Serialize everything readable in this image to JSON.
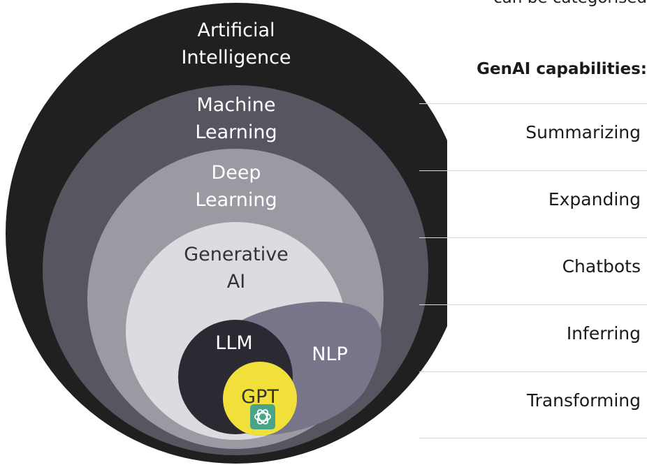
{
  "header_fragment": "can be categorised",
  "capabilities": {
    "title": "GenAI capabilities:",
    "items": [
      "Summarizing",
      "Expanding",
      "Chatbots",
      "Inferring",
      "Transforming"
    ]
  },
  "diagram": {
    "ai_line1": "Artificial",
    "ai_line2": "Intelligence",
    "ml_line1": "Machine",
    "ml_line2": "Learning",
    "dl_line1": "Deep",
    "dl_line2": "Learning",
    "genai_line1": "Generative",
    "genai_line2": "AI",
    "llm": "LLM",
    "nlp": "NLP",
    "gpt": "GPT",
    "gpt_icon": "openai-logo-icon",
    "colors": {
      "ai": "#202020",
      "ml": "#565560",
      "dl": "#9b9aa2",
      "genai": "#dcdbe0",
      "nlp": "#76758a",
      "llm": "#2b2a32",
      "gpt": "#f1df3a",
      "icon_bg": "#4aa489"
    }
  }
}
